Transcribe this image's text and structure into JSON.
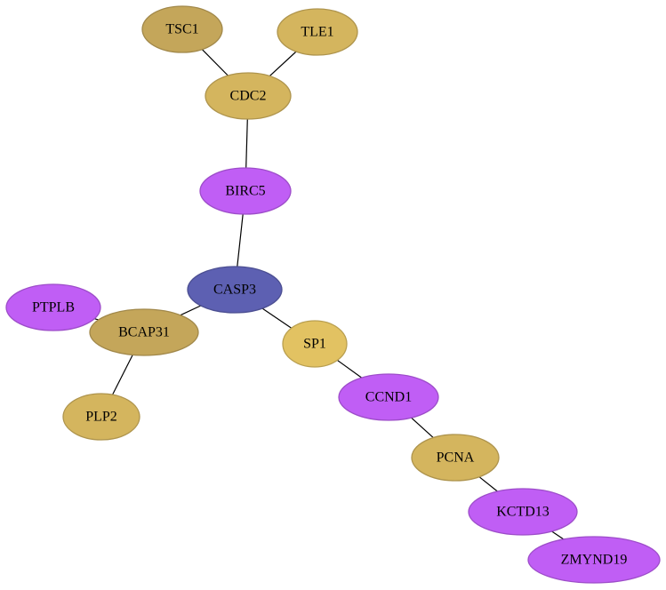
{
  "colors": {
    "gold": "#d4b55e",
    "dark_gold": "#c4a65a",
    "bright_gold": "#e2c262",
    "purple": "#c05ef5",
    "blue": "#5d60b2"
  },
  "nodes": [
    {
      "id": "TSC1",
      "label": "TSC1",
      "color": "dark_gold"
    },
    {
      "id": "TLE1",
      "label": "TLE1",
      "color": "gold"
    },
    {
      "id": "CDC2",
      "label": "CDC2",
      "color": "gold"
    },
    {
      "id": "BIRC5",
      "label": "BIRC5",
      "color": "purple"
    },
    {
      "id": "CASP3",
      "label": "CASP3",
      "color": "blue"
    },
    {
      "id": "PTPLB",
      "label": "PTPLB",
      "color": "purple"
    },
    {
      "id": "BCAP31",
      "label": "BCAP31",
      "color": "dark_gold"
    },
    {
      "id": "PLP2",
      "label": "PLP2",
      "color": "gold"
    },
    {
      "id": "SP1",
      "label": "SP1",
      "color": "bright_gold"
    },
    {
      "id": "CCND1",
      "label": "CCND1",
      "color": "purple"
    },
    {
      "id": "PCNA",
      "label": "PCNA",
      "color": "gold"
    },
    {
      "id": "KCTD13",
      "label": "KCTD13",
      "color": "purple"
    },
    {
      "id": "ZMYND19",
      "label": "ZMYND19",
      "color": "purple"
    }
  ],
  "edges": [
    [
      "TSC1",
      "CDC2"
    ],
    [
      "TLE1",
      "CDC2"
    ],
    [
      "CDC2",
      "BIRC5"
    ],
    [
      "BIRC5",
      "CASP3"
    ],
    [
      "CASP3",
      "BCAP31"
    ],
    [
      "PTPLB",
      "BCAP31"
    ],
    [
      "BCAP31",
      "PLP2"
    ],
    [
      "CASP3",
      "SP1"
    ],
    [
      "SP1",
      "CCND1"
    ],
    [
      "CCND1",
      "PCNA"
    ],
    [
      "PCNA",
      "KCTD13"
    ],
    [
      "KCTD13",
      "ZMYND19"
    ]
  ]
}
